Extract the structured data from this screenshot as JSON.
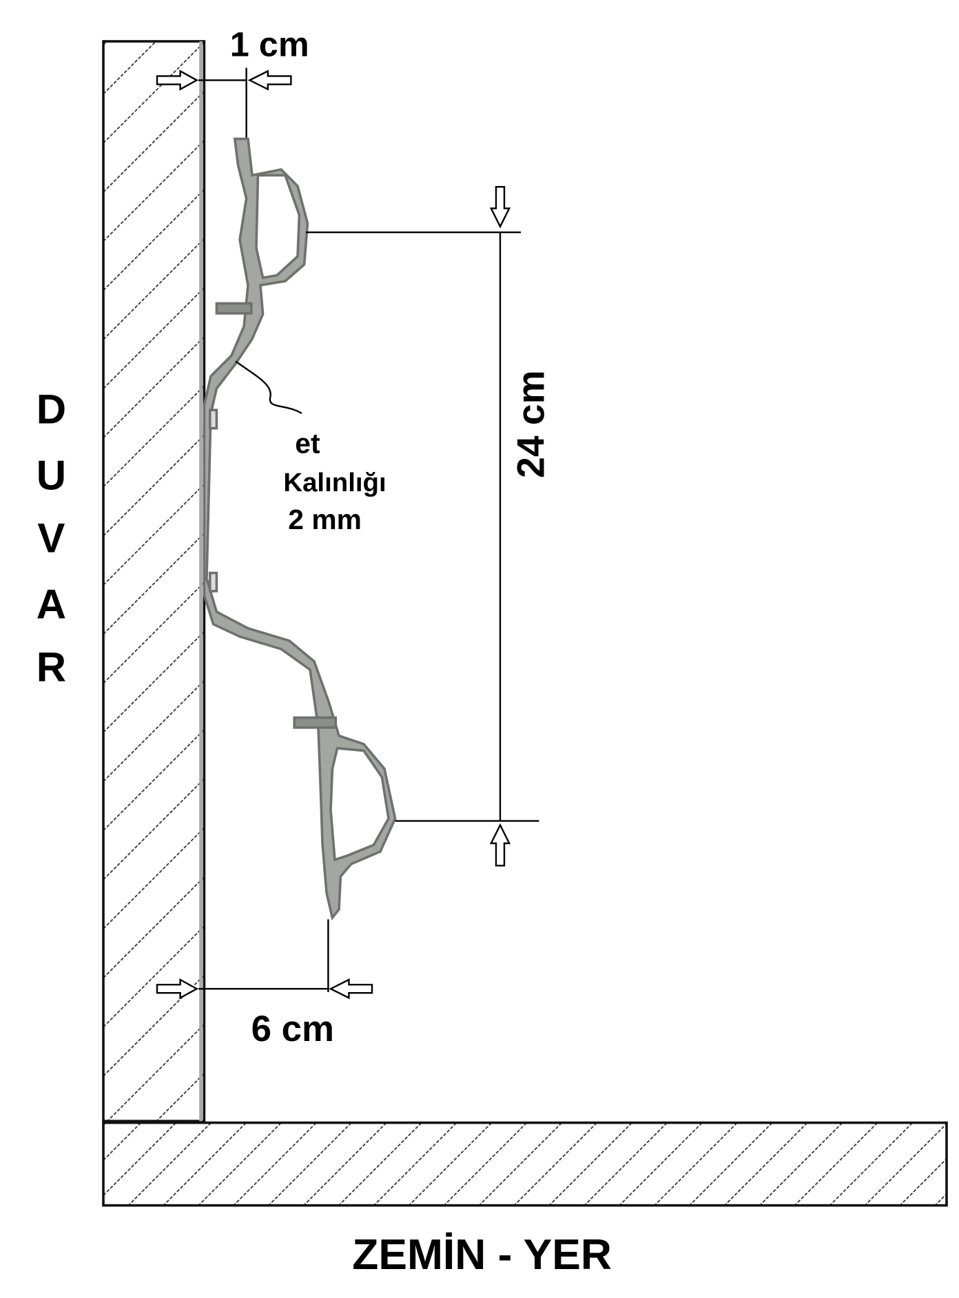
{
  "labels": {
    "top_gap": "1 cm",
    "height": "24 cm",
    "bottom_gap": "6 cm",
    "thickness_line1": "et",
    "thickness_line2": "Kalınlığı",
    "thickness_line3": "2 mm",
    "wall_letters": [
      "D",
      "U",
      "V",
      "A",
      "R"
    ],
    "floor": "ZEMİN - YER"
  },
  "colors": {
    "line": "#000000",
    "metal": "#a4a6a2",
    "metal_dark": "#6f716d",
    "hatch": "#333333"
  }
}
